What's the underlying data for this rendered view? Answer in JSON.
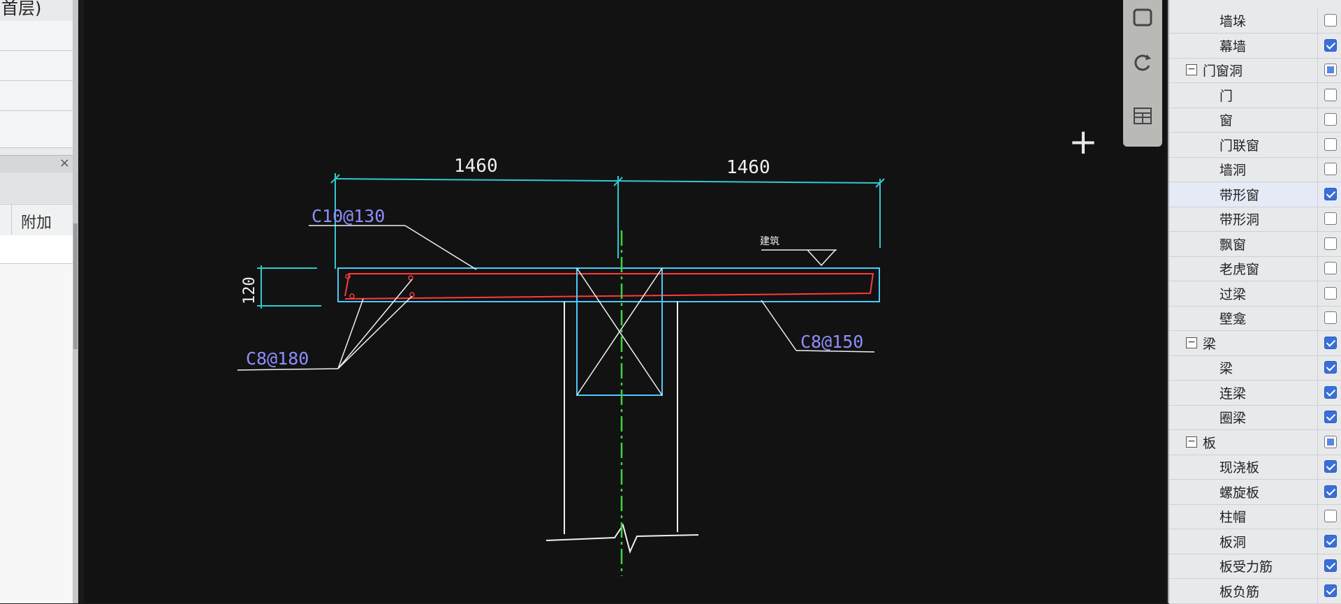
{
  "left_panel": {
    "floor_title": "首层)",
    "close_glyph": "×",
    "column_header": "附加"
  },
  "view_toolbar": {
    "buttons": [
      "view-cube-icon",
      "rotate-icon",
      "layer-icon"
    ]
  },
  "drawing": {
    "dim_left": "1460",
    "dim_right": "1460",
    "dim_thickness": "120",
    "label_top_rebar": "C10@130",
    "label_bottom_rebar": "C8@180",
    "label_right_rebar": "C8@150",
    "elevation_mark": "建筑",
    "colors": {
      "dimension": "#32c8d4",
      "slab": "#4fc8ff",
      "rebar": "#ff3a3a",
      "label": "#8e8eff",
      "axis": "#3ed23e",
      "wall": "#f0f0f0"
    }
  },
  "crosshair_glyph": "+",
  "tree": {
    "items": [
      {
        "label": "墙垛",
        "level": 1,
        "checked": false
      },
      {
        "label": "幕墙",
        "level": 1,
        "checked": true
      },
      {
        "label": "门窗洞",
        "level": 0,
        "checked": "partial",
        "expand": "−"
      },
      {
        "label": "门",
        "level": 1,
        "checked": false
      },
      {
        "label": "窗",
        "level": 1,
        "checked": false
      },
      {
        "label": "门联窗",
        "level": 1,
        "checked": false
      },
      {
        "label": "墙洞",
        "level": 1,
        "checked": false
      },
      {
        "label": "带形窗",
        "level": 1,
        "checked": true
      },
      {
        "label": "带形洞",
        "level": 1,
        "checked": false
      },
      {
        "label": "飘窗",
        "level": 1,
        "checked": false
      },
      {
        "label": "老虎窗",
        "level": 1,
        "checked": false
      },
      {
        "label": "过梁",
        "level": 1,
        "checked": false
      },
      {
        "label": "壁龛",
        "level": 1,
        "checked": false
      },
      {
        "label": "梁",
        "level": 0,
        "checked": true,
        "expand": "−"
      },
      {
        "label": "梁",
        "level": 1,
        "checked": true
      },
      {
        "label": "连梁",
        "level": 1,
        "checked": true
      },
      {
        "label": "圈梁",
        "level": 1,
        "checked": true
      },
      {
        "label": "板",
        "level": 0,
        "checked": "partial",
        "expand": "−"
      },
      {
        "label": "现浇板",
        "level": 1,
        "checked": true
      },
      {
        "label": "螺旋板",
        "level": 1,
        "checked": true
      },
      {
        "label": "柱帽",
        "level": 1,
        "checked": false
      },
      {
        "label": "板洞",
        "level": 1,
        "checked": true
      },
      {
        "label": "板受力筋",
        "level": 1,
        "checked": true
      },
      {
        "label": "板负筋",
        "level": 1,
        "checked": true
      }
    ]
  }
}
